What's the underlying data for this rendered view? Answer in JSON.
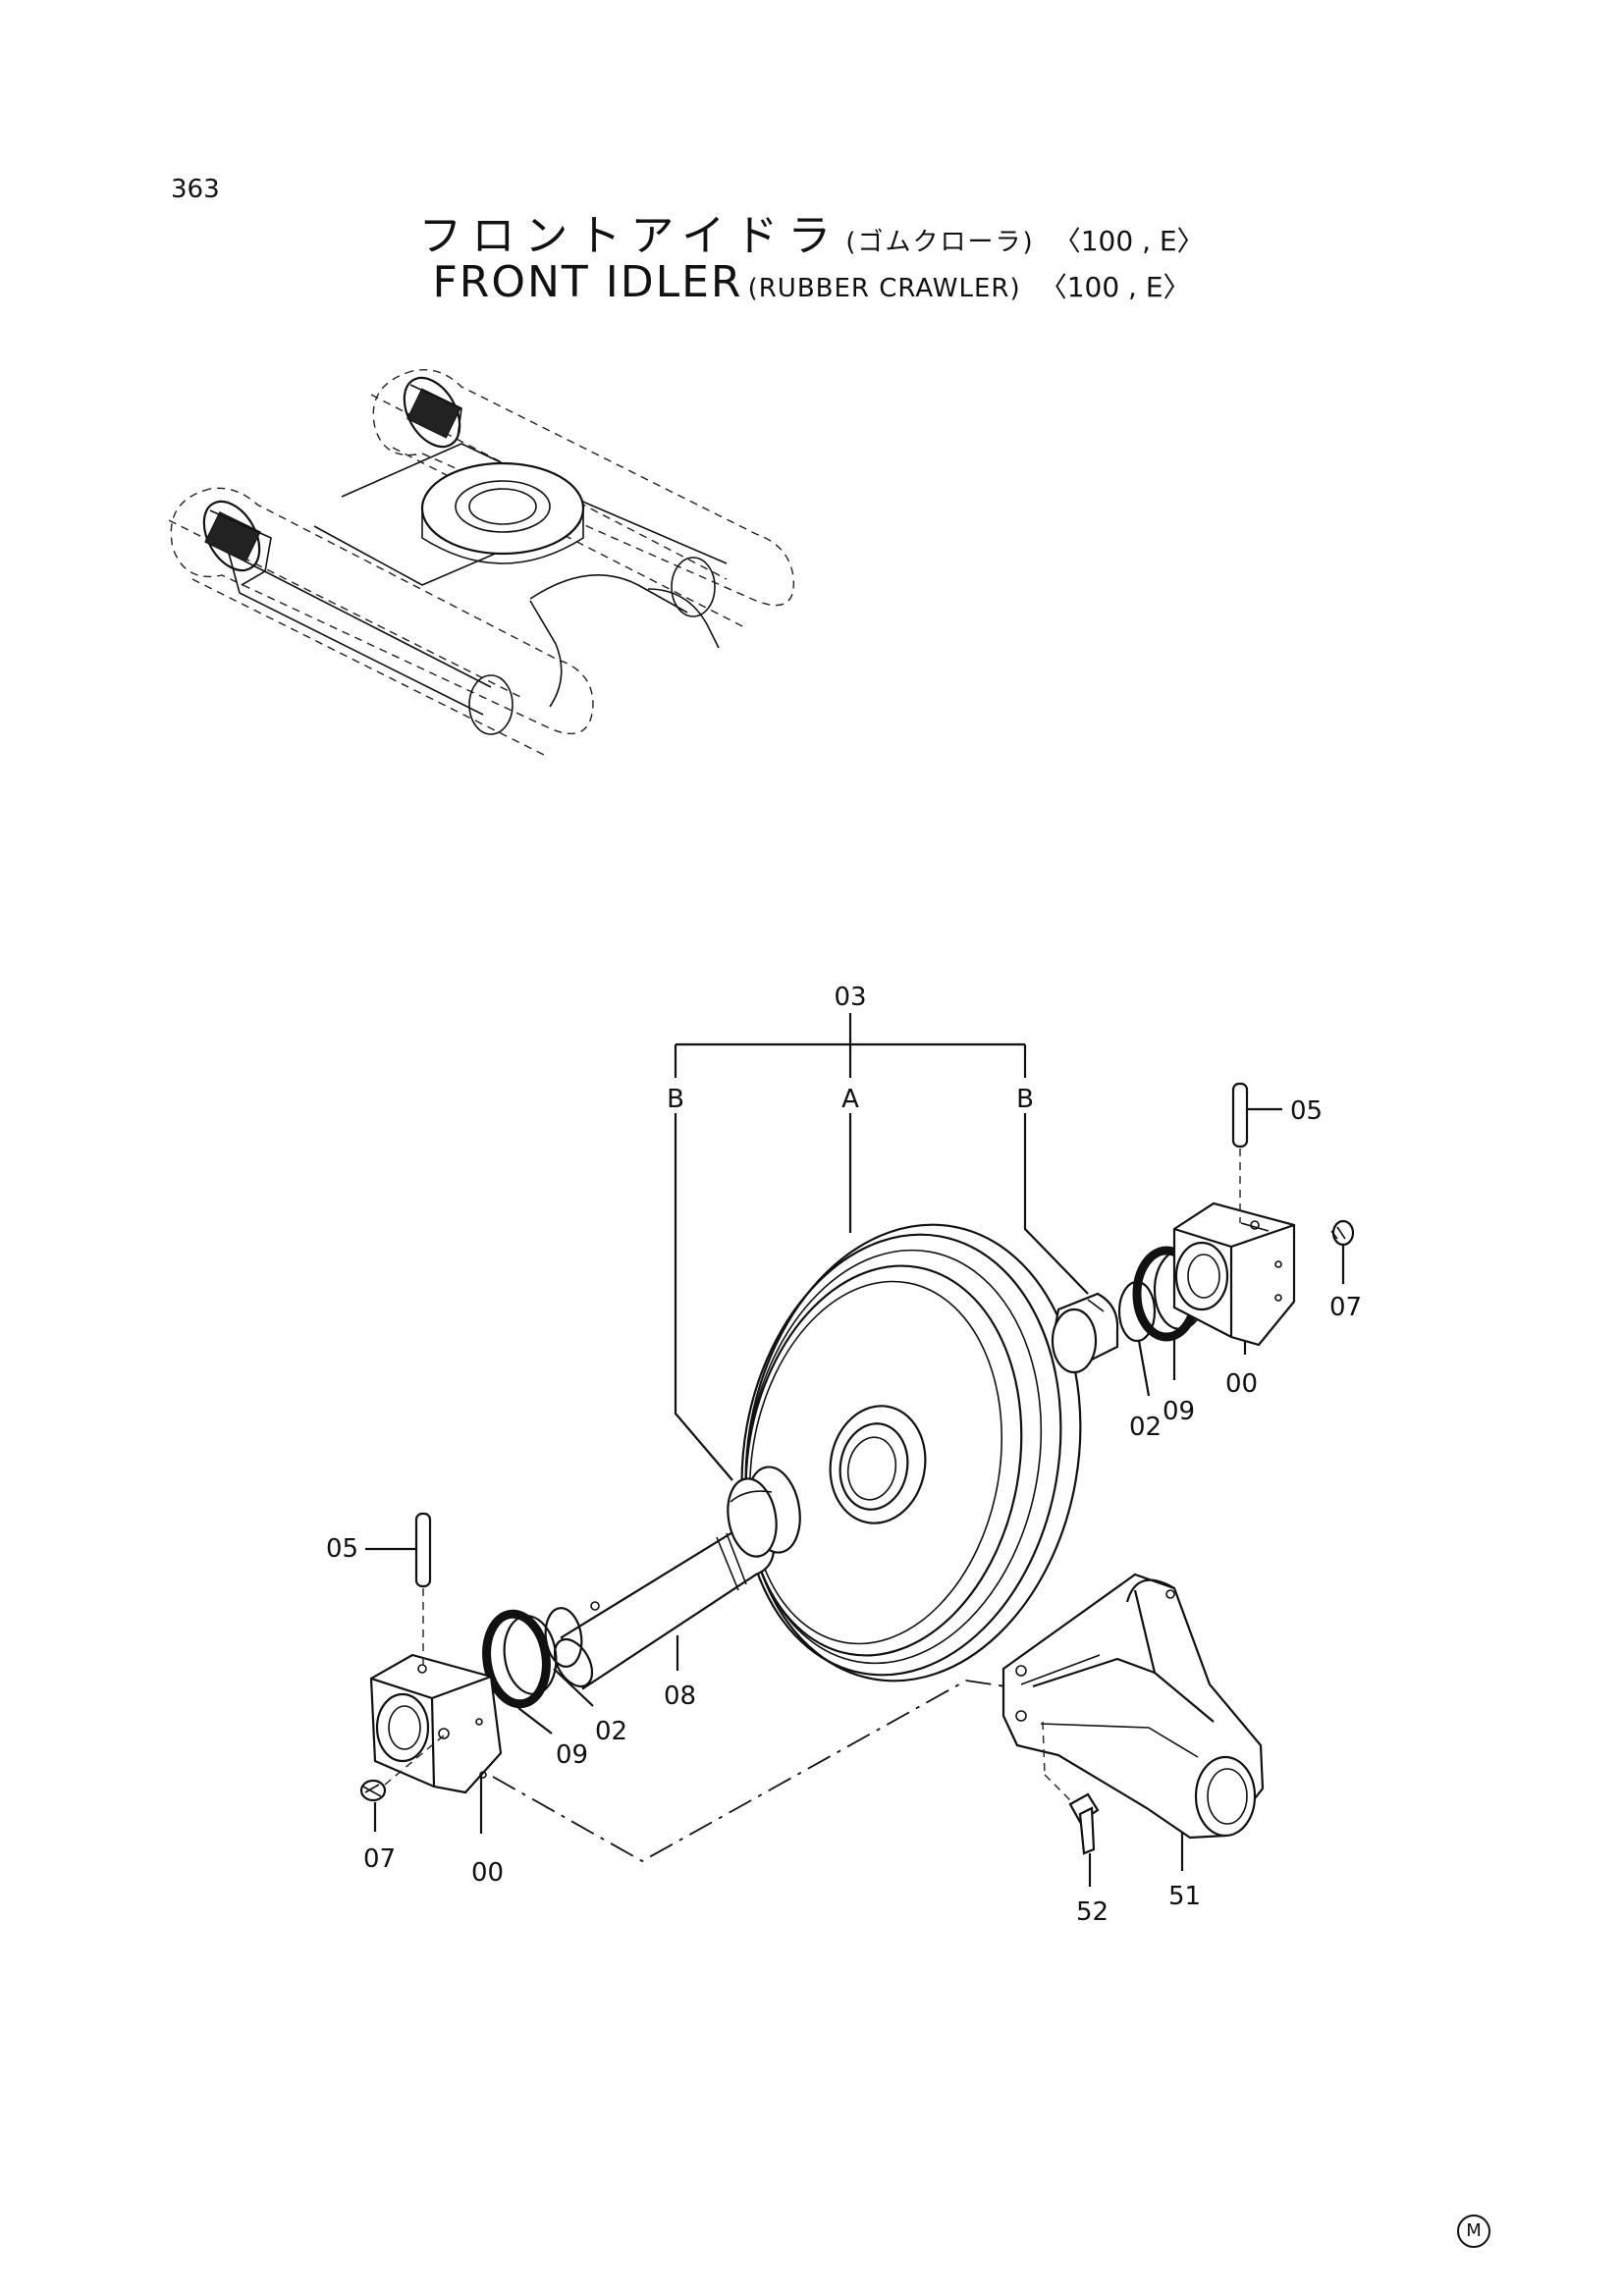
{
  "page": {
    "number": "363"
  },
  "title": {
    "jp_main": "フロントアイドラ",
    "jp_sub": "(ゴムクローラ)",
    "en_main": "FRONT IDLER",
    "en_sub": "(RUBBER CRAWLER)",
    "model": "〈100 , E〉"
  },
  "callouts": {
    "assembly": "03",
    "idler_wheel": "A",
    "seal_group": "B",
    "pin": "05",
    "plug": "07",
    "support": "00",
    "o_ring": "02",
    "floating_seal": "09",
    "shaft": "08",
    "yoke": "51",
    "bolt": "52"
  },
  "footer": {
    "mark": "M"
  }
}
